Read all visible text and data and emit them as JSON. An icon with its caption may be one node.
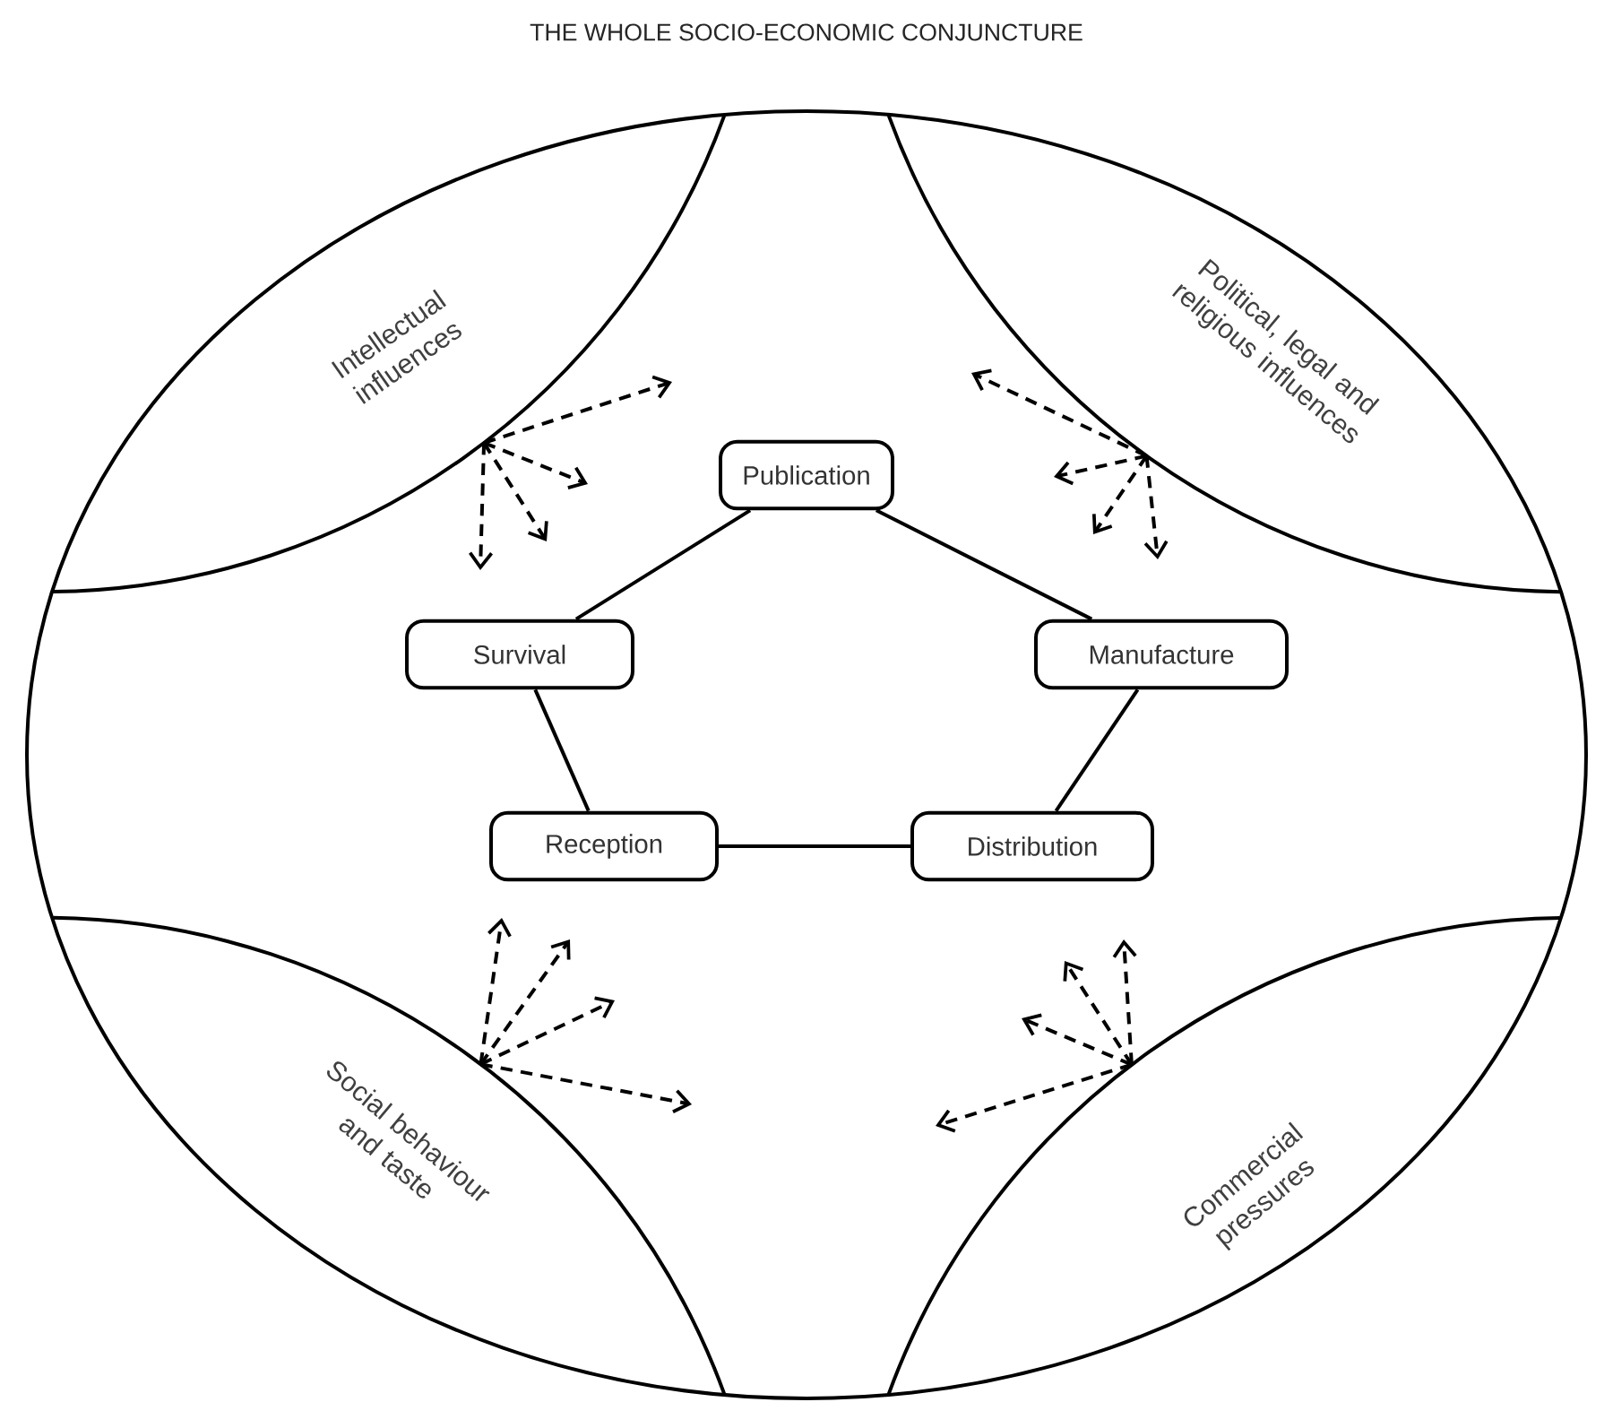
{
  "diagram": {
    "title": "THE WHOLE SOCIO-ECONOMIC CONJUNCTURE",
    "nodes": [
      {
        "text": [
          "Intellectual influences"
        ]
      },
      {
        "text": [
          "Political, legal and religious influences"
        ]
      },
      {
        "text": [
          "Publication"
        ]
      },
      {
        "text": [
          "Survival"
        ]
      },
      {
        "text": [
          "Manufacture"
        ]
      },
      {
        "text": [
          "Reception"
        ]
      },
      {
        "text": [
          "Distribution"
        ]
      },
      {
        "text": [
          "Social behaviour and taste"
        ]
      },
      {
        "text": [
          "Commercial pressures"
        ]
      }
    ],
    "edges": [
      {
        "from": 2,
        "to": 3,
        "arrow": "none"
      },
      {
        "from": 2,
        "to": 4,
        "arrow": "none"
      },
      {
        "from": 3,
        "to": 5,
        "arrow": "none"
      },
      {
        "from": 5,
        "to": 6,
        "arrow": "none"
      },
      {
        "from": 6,
        "to": 4,
        "arrow": "none"
      },
      {
        "from": 0,
        "to": null,
        "arrow": "to",
        "style": "dashed"
      },
      {
        "from": 0,
        "to": null,
        "arrow": "to",
        "style": "dashed"
      },
      {
        "from": 0,
        "to": null,
        "arrow": "to",
        "style": "dashed"
      },
      {
        "from": 0,
        "to": null,
        "arrow": "to",
        "style": "dashed"
      },
      {
        "from": 1,
        "to": null,
        "arrow": "to",
        "style": "dashed"
      },
      {
        "from": 1,
        "to": null,
        "arrow": "to",
        "style": "dashed"
      },
      {
        "from": 1,
        "to": null,
        "arrow": "to",
        "style": "dashed"
      },
      {
        "from": 1,
        "to": null,
        "arrow": "to",
        "style": "dashed"
      },
      {
        "from": 7,
        "to": null,
        "arrow": "to",
        "style": "dashed"
      },
      {
        "from": 7,
        "to": null,
        "arrow": "to",
        "style": "dashed"
      },
      {
        "from": 7,
        "to": null,
        "arrow": "to",
        "style": "dashed"
      },
      {
        "from": 7,
        "to": null,
        "arrow": "to",
        "style": "dashed"
      },
      {
        "from": 8,
        "to": null,
        "arrow": "to",
        "style": "dashed"
      },
      {
        "from": 8,
        "to": null,
        "arrow": "to",
        "style": "dashed"
      },
      {
        "from": 8,
        "to": null,
        "arrow": "to",
        "style": "dashed"
      },
      {
        "from": 8,
        "to": null,
        "arrow": "to",
        "style": "dashed"
      }
    ]
  }
}
